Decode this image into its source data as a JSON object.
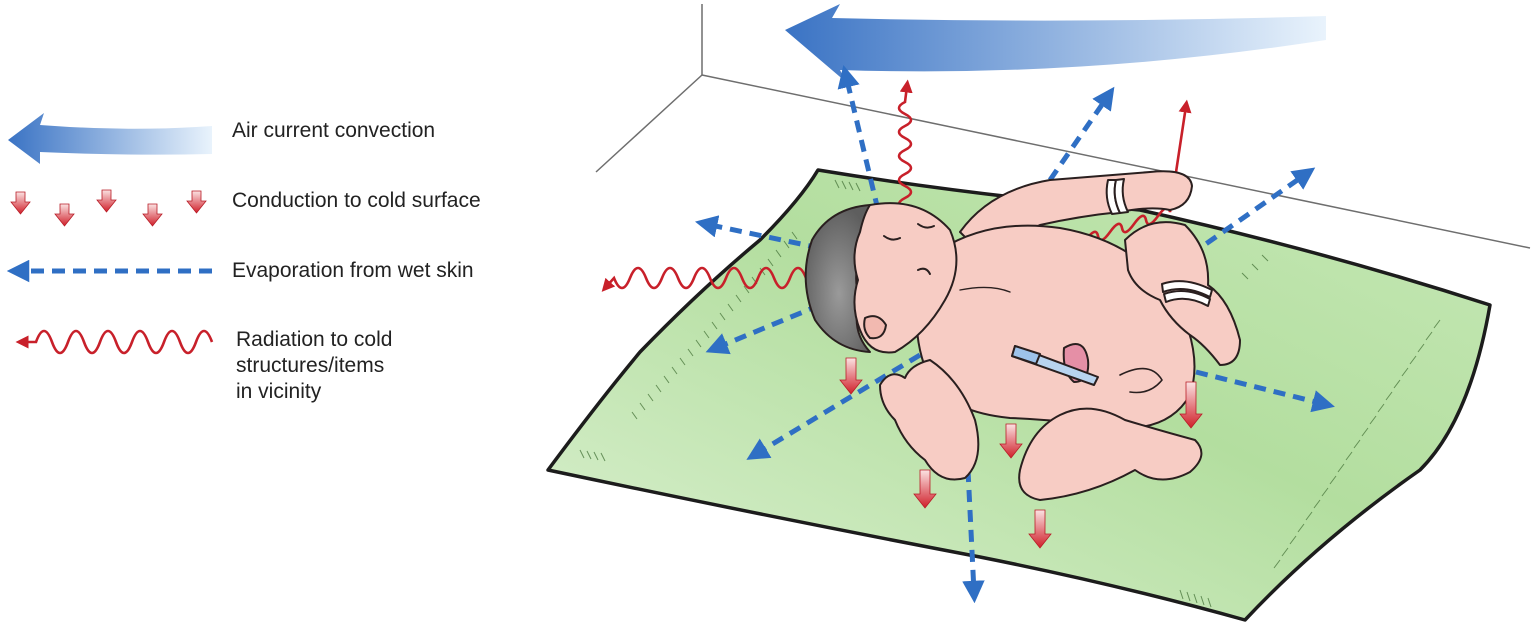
{
  "legend": {
    "convection": {
      "label": "Air current convection",
      "color": "#3d78c8"
    },
    "conduction": {
      "label": "Conduction to cold surface",
      "color": "#d4252e"
    },
    "evaporation": {
      "label": "Evaporation from wet skin",
      "color": "#2f6fc4"
    },
    "radiation": {
      "lines": [
        "Radiation to cold",
        "structures/items",
        "in vicinity"
      ],
      "color": "#c8202a"
    }
  },
  "colors": {
    "blanket": "#b7e0a6",
    "skin": "#f7ccc4",
    "hair": "#7f7f7f",
    "clamp": "#b8d4f0",
    "room_lines": "#6e6e6e"
  },
  "illustration": {
    "subject": "newborn-on-blanket",
    "heat_loss_modes": [
      "convection",
      "conduction",
      "evaporation",
      "radiation"
    ]
  }
}
